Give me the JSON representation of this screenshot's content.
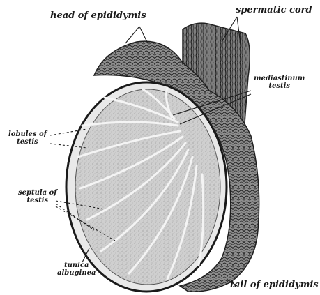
{
  "labels": {
    "head_of_epididymis": "head of epididymis",
    "spermatic_cord": "spermatic cord",
    "mediastinum_testis": [
      "mediastinum",
      "testis"
    ],
    "lobules_of_testis": [
      "lobules of",
      "testis"
    ],
    "septula_of_testis": [
      "septula of",
      "testis"
    ],
    "tunica_albuginea": [
      "tunica",
      "albuginea"
    ],
    "tail_of_epididymis": "tail of epididymis"
  },
  "colors": {
    "ink": "#1a1a1a",
    "testis_fill": "#cfcfcf",
    "septa": "#f4f4f4",
    "epididymis_fill": "#9a9a9a",
    "cord_fill": "#8a8a8a"
  }
}
